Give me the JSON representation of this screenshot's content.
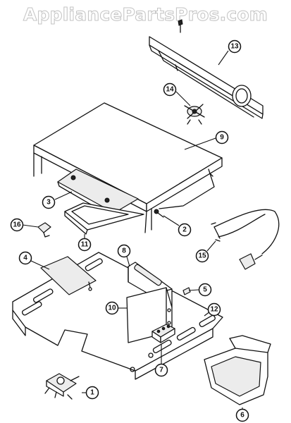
{
  "watermark": "AppliancePartsPros.com",
  "callouts": [
    {
      "key": "c1",
      "label": "1"
    },
    {
      "key": "c2",
      "label": "2"
    },
    {
      "key": "c3",
      "label": "3"
    },
    {
      "key": "c4",
      "label": "4"
    },
    {
      "key": "c5",
      "label": "5"
    },
    {
      "key": "c6",
      "label": "6"
    },
    {
      "key": "c7",
      "label": "7"
    },
    {
      "key": "c8",
      "label": "8"
    },
    {
      "key": "c9",
      "label": "9"
    },
    {
      "key": "c10",
      "label": "10"
    },
    {
      "key": "c11",
      "label": "11"
    },
    {
      "key": "c12",
      "label": "12"
    },
    {
      "key": "c13",
      "label": "13"
    },
    {
      "key": "c14",
      "label": "14"
    },
    {
      "key": "c15",
      "label": "15"
    },
    {
      "key": "c16",
      "label": "16"
    }
  ]
}
